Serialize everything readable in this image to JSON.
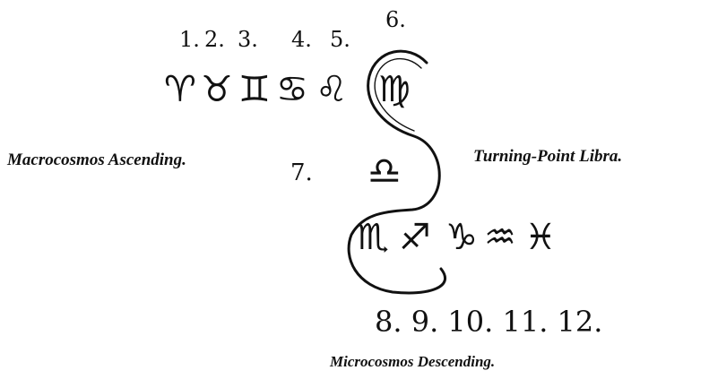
{
  "numbers": {
    "n1": "1.",
    "n2": "2.",
    "n3": "3.",
    "n4": "4.",
    "n5": "5.",
    "n6": "6.",
    "n7": "7.",
    "bottom": "8. 9. 10. 11. 12."
  },
  "labels": {
    "left": "Macrocosmos Ascending.",
    "right": "Turning-Point Libra.",
    "bottom": "Microcosmos Descending."
  },
  "signs": {
    "aries": "♈",
    "taurus": "♉",
    "gemini": "♊",
    "cancer": "♋",
    "leo": "♌",
    "virgo": "♍",
    "libra": "♎",
    "scorpio": "♏",
    "sagittarius": "♐",
    "capricorn": "♑",
    "aquarius": "♒",
    "pisces": "♓"
  }
}
